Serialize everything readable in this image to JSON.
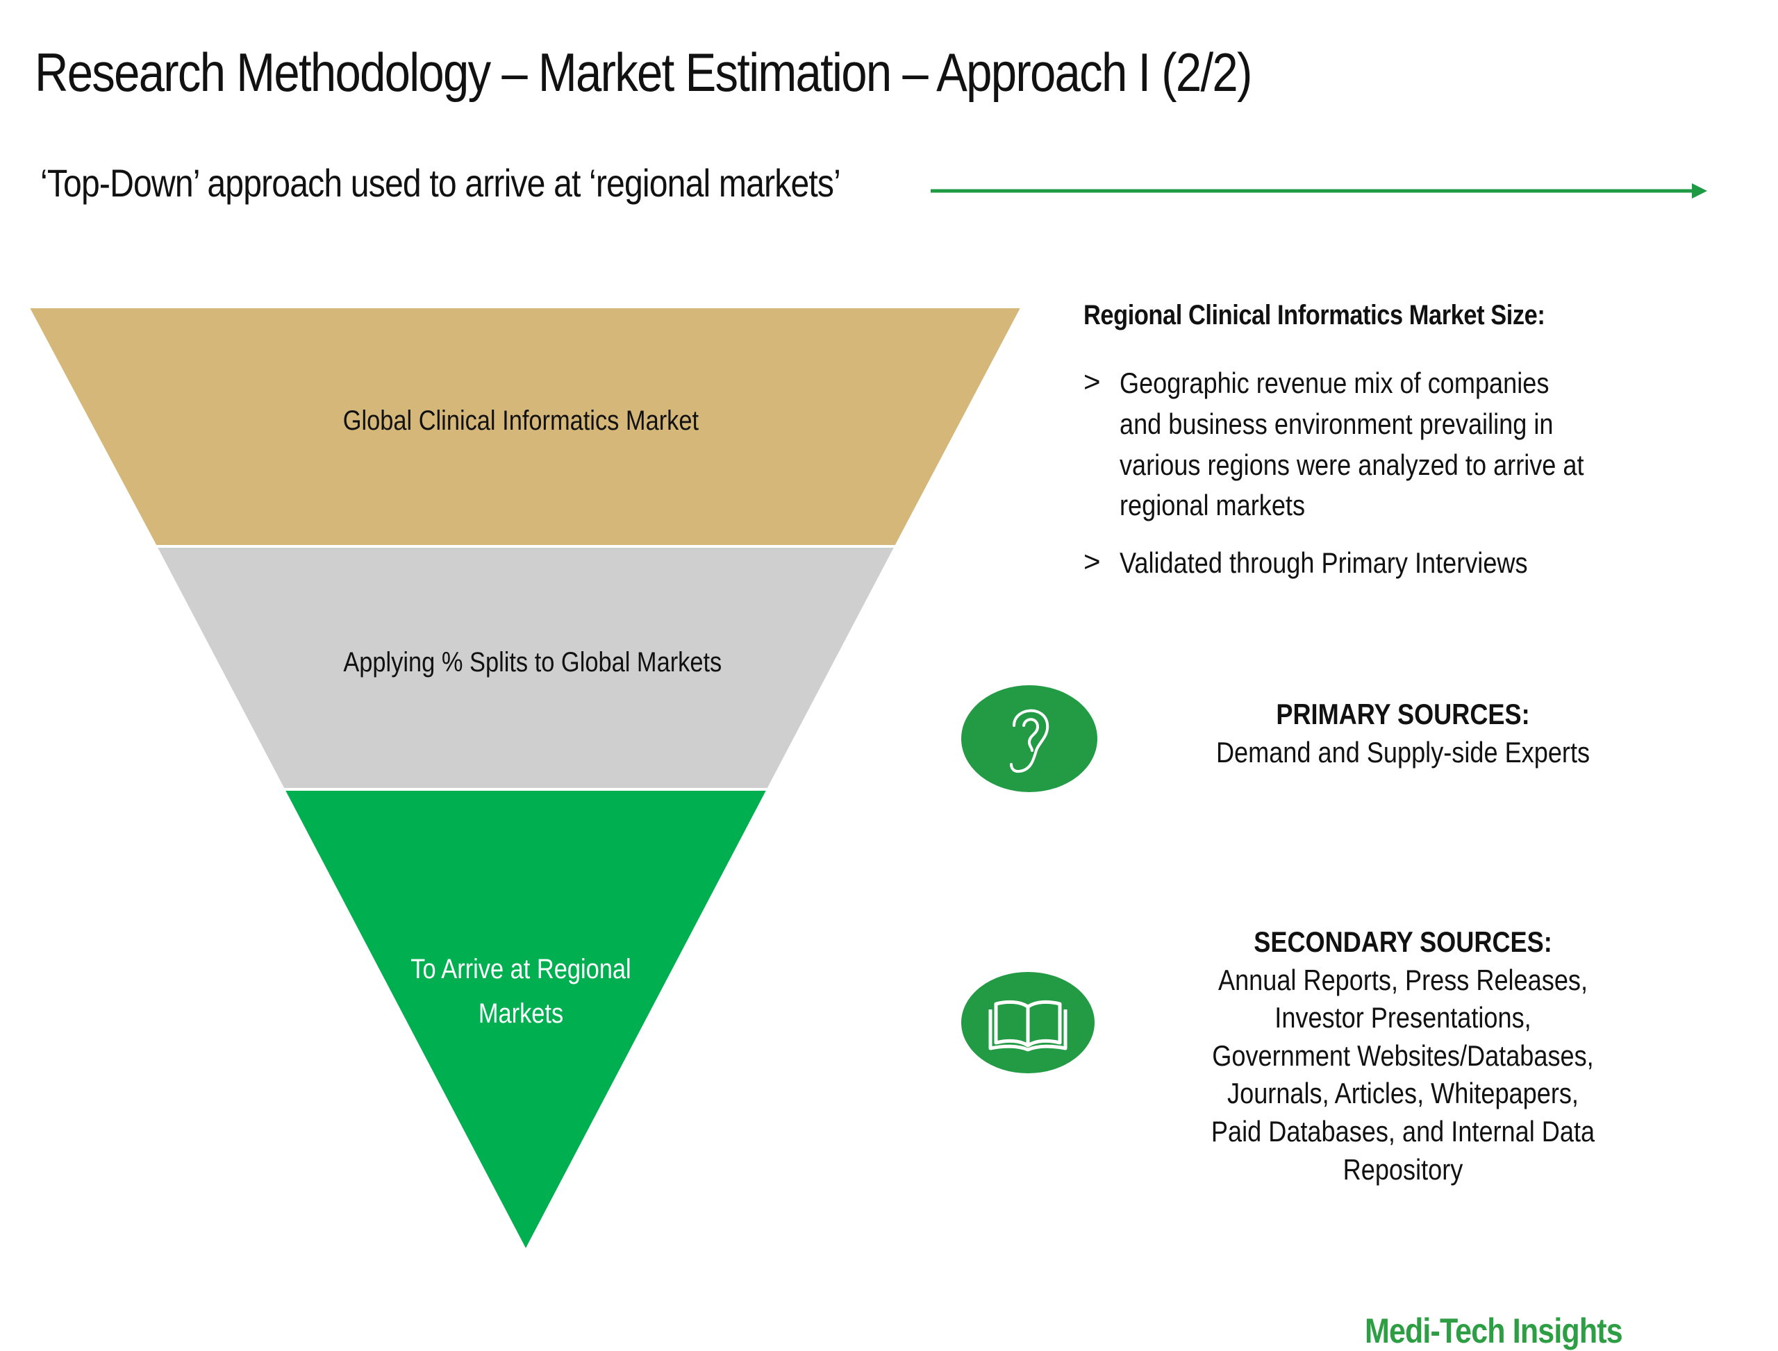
{
  "slide": {
    "title": "Research Methodology – Market Estimation – Approach I (2/2)",
    "subtitle": "‘Top-Down’ approach used to arrive at ‘regional markets’"
  },
  "funnel": {
    "levels": [
      {
        "label": "Global Clinical Informatics Market",
        "color": "#D5B77A"
      },
      {
        "label": "Applying % Splits to Global Markets",
        "color": "#D0CFD0"
      },
      {
        "label": "To Arrive at Regional Markets",
        "color": "#00AF50"
      }
    ]
  },
  "regional_size": {
    "heading": "Regional Clinical Informatics Market Size:",
    "bullet_marker": ">",
    "bullets": [
      "Geographic revenue mix of companies and business environment prevailing in various regions were analyzed to arrive at regional markets",
      "Validated through Primary Interviews"
    ]
  },
  "sources": {
    "primary": {
      "icon": "ear-icon",
      "title": "PRIMARY SOURCES:",
      "description": "Demand and Supply-side Experts"
    },
    "secondary": {
      "icon": "open-book-icon",
      "title": "SECONDARY SOURCES:",
      "description": "Annual Reports, Press Releases, Investor Presentations, Government Websites/Databases, Journals, Articles, Whitepapers, Paid Databases, and Internal Data Repository"
    }
  },
  "brand": {
    "name": "Medi-Tech Insights",
    "color": "#2E9E44"
  },
  "colors": {
    "accent_green": "#1E9A44",
    "icon_green": "#239B45"
  }
}
